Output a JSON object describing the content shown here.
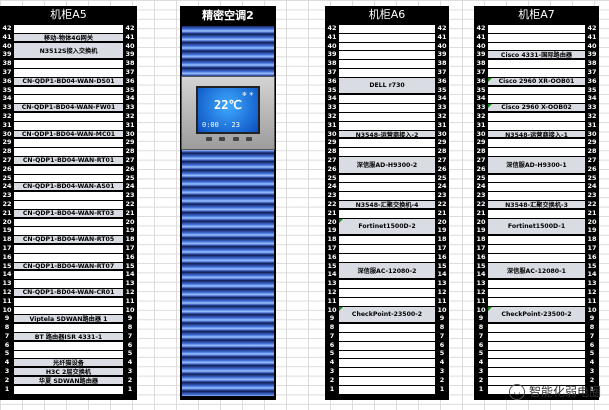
{
  "units": [
    42,
    41,
    40,
    39,
    38,
    37,
    36,
    35,
    34,
    33,
    32,
    31,
    30,
    29,
    28,
    27,
    26,
    25,
    24,
    23,
    22,
    21,
    20,
    19,
    18,
    17,
    16,
    15,
    14,
    13,
    12,
    11,
    10,
    9,
    8,
    7,
    6,
    5,
    4,
    3,
    2,
    1
  ],
  "rackA5": {
    "title": "机柜A5",
    "devices": [
      {
        "label": "移动-物体4G网关",
        "unit": 41,
        "size": 1
      },
      {
        "label": "N3512S接入交换机",
        "unit": 39,
        "size": 2
      },
      {
        "label": "CN-QDP1-BD04-WAN-DS01",
        "unit": 36,
        "size": 1
      },
      {
        "label": "CN-QDP1-BD04-WAN-FW01",
        "unit": 33,
        "size": 1
      },
      {
        "label": "CN-QDP1-BD04-WAN-MC01",
        "unit": 30,
        "size": 1
      },
      {
        "label": "CN-QDP1-BD04-WAN-RT01",
        "unit": 27,
        "size": 1
      },
      {
        "label": "CN-QDP1-BD04-WAN-AS01",
        "unit": 24,
        "size": 1
      },
      {
        "label": "CN-QDP1-BD04-WAN-RT03",
        "unit": 21,
        "size": 1
      },
      {
        "label": "CN-QDP1-BD04-WAN-RT05",
        "unit": 18,
        "size": 1
      },
      {
        "label": "CN-QDP1-BD04-WAN-RT07",
        "unit": 15,
        "size": 1
      },
      {
        "label": "CN-QDP1-BD04-WAN-CR01",
        "unit": 12,
        "size": 1
      },
      {
        "label": "Viptela SDWAN路由器 1",
        "unit": 9,
        "size": 1
      },
      {
        "label": "BT 路由器ISR 4331-1",
        "unit": 7,
        "size": 1
      },
      {
        "label": "光纤猫设备",
        "unit": 4,
        "size": 1
      },
      {
        "label": "H3C 2层交换机",
        "unit": 3,
        "size": 1
      },
      {
        "label": "华夏 SDWAN路由器",
        "unit": 2,
        "size": 1
      }
    ]
  },
  "ac": {
    "title": "精密空调2",
    "display_temp": "22℃",
    "display_time": "0:00",
    "display_setpoint": "23"
  },
  "rackA6": {
    "title": "机柜A6",
    "devices": [
      {
        "label": "DELL r730",
        "unit": 35,
        "size": 2
      },
      {
        "label": "N3548-运营商接入-2",
        "unit": 30,
        "size": 1
      },
      {
        "label": "深信服AD-H9300-2",
        "unit": 26,
        "size": 2
      },
      {
        "label": "N3548-汇聚交换机-4",
        "unit": 22,
        "size": 1
      },
      {
        "label": "Fortinet1500D-2",
        "unit": 19,
        "size": 2
      },
      {
        "label": "深信服AC-12080-2",
        "unit": 14,
        "size": 2
      },
      {
        "label": "CheckPoint-23500-2",
        "unit": 9,
        "size": 2
      }
    ]
  },
  "rackA7": {
    "title": "机柜A7",
    "devices": [
      {
        "label": "Cisco 4331-国际路由器",
        "unit": 39,
        "size": 1
      },
      {
        "label": "Cisco 2960 XR-OOB01",
        "unit": 36,
        "size": 1
      },
      {
        "label": "Cisco 2960 X-OOB02",
        "unit": 33,
        "size": 1
      },
      {
        "label": "N3548-运营商接入-1",
        "unit": 30,
        "size": 1
      },
      {
        "label": "深信服AD-H9300-1",
        "unit": 26,
        "size": 2
      },
      {
        "label": "N3548-汇聚交换机-3",
        "unit": 22,
        "size": 1
      },
      {
        "label": "Fortinet1500D-1",
        "unit": 19,
        "size": 2
      },
      {
        "label": "深信服AC-12080-1",
        "unit": 14,
        "size": 2
      },
      {
        "label": "CheckPoint-23500-2",
        "unit": 9,
        "size": 2
      }
    ]
  },
  "watermark": "智能化弱电圈",
  "watermark_icon": "wechat-icon"
}
